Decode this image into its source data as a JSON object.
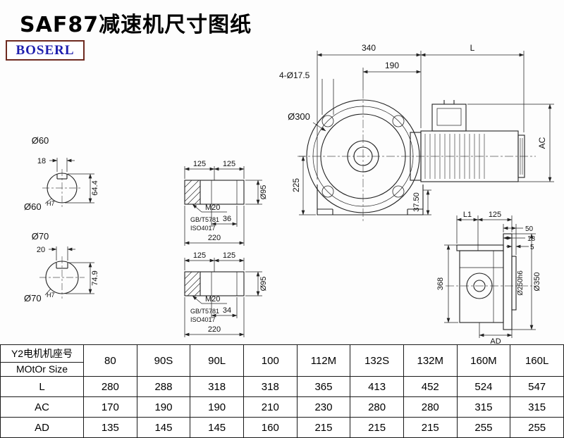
{
  "page": {
    "title": "SAF87减速机尺寸图纸",
    "logo_text": "BOSERL"
  },
  "front_view": {
    "dim_340": "340",
    "dim_l": "L",
    "dim_190": "190",
    "holes_label": "4-Ø17.5",
    "flange_dia": "Ø300",
    "dim_225": "225",
    "dim_37_5": "37.50",
    "dim_ac": "AC"
  },
  "shaft_end_60": {
    "dia": "Ø60",
    "key_width": "18",
    "key_height": "64.4",
    "fit_dia": "Ø60",
    "fit_tol": "H7"
  },
  "shaft_end_70": {
    "dia": "Ø70",
    "key_width": "20",
    "key_height": "74.9",
    "fit_dia": "Ø70",
    "fit_tol": "H7"
  },
  "shaft_detail_top": {
    "dim_125_left": "125",
    "dim_125_right": "125",
    "thread": "M20",
    "std_gb": "GB/T5781",
    "std_iso": "ISO4017",
    "dim_sub": "36",
    "dim_total": "220",
    "dia": "Ø95"
  },
  "shaft_detail_bottom": {
    "dim_125_left": "125",
    "dim_125_right": "125",
    "thread": "M20",
    "std_gb": "GB/T5781",
    "std_iso": "ISO4017",
    "dim_sub": "34",
    "dim_total": "220",
    "dia": "Ø95"
  },
  "side_view": {
    "dim_l1": "L1",
    "dim_125": "125",
    "dim_50": "50",
    "dim_18": "18",
    "dim_5": "5",
    "dim_368": "368",
    "spigot_dia": "Ø250h6",
    "flange_dia": "Ø350",
    "dim_ad": "AD"
  },
  "table": {
    "header_cn": "Y2电机机座号",
    "header_en": "MOtOr Size",
    "columns": [
      "80",
      "90S",
      "90L",
      "100",
      "112M",
      "132S",
      "132M",
      "160M",
      "160L"
    ],
    "rows": [
      {
        "label": "L",
        "values": [
          "280",
          "288",
          "318",
          "318",
          "365",
          "413",
          "452",
          "524",
          "547"
        ]
      },
      {
        "label": "AC",
        "values": [
          "170",
          "190",
          "190",
          "210",
          "230",
          "280",
          "280",
          "315",
          "315"
        ]
      },
      {
        "label": "AD",
        "values": [
          "135",
          "145",
          "145",
          "160",
          "215",
          "215",
          "215",
          "255",
          "255"
        ]
      }
    ]
  }
}
